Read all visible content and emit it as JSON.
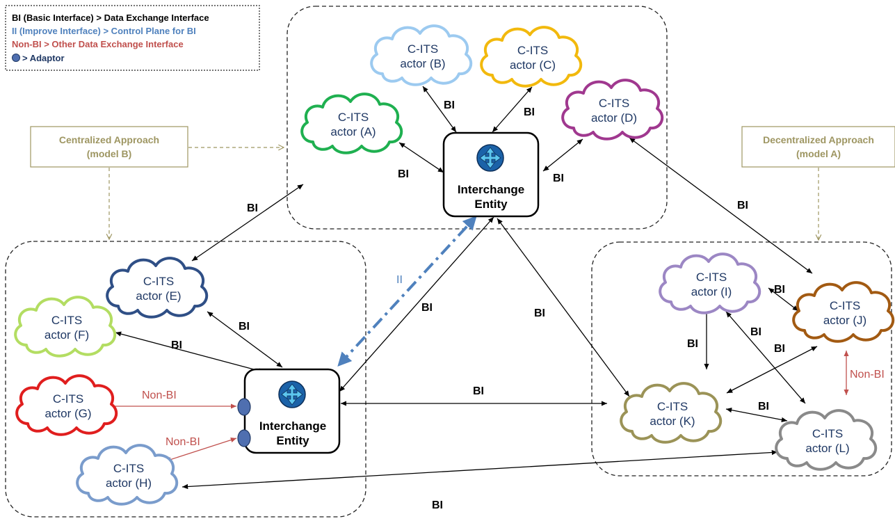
{
  "legend": {
    "line1": "BI (Basic Interface) > Data Exchange Interface",
    "line2": "II (Improve Interface) > Control Plane for BI",
    "line3": "Non-BI > Other Data Exchange Interface",
    "line4": "> Adaptor"
  },
  "approaches": {
    "centralized": {
      "line1": "Centralized Approach",
      "line2": "(model B)"
    },
    "decentralized": {
      "line1": "Decentralized Approach",
      "line2": "(model A)"
    }
  },
  "entities": {
    "top": {
      "line1": "Interchange",
      "line2": "Entity"
    },
    "left": {
      "line1": "Interchange",
      "line2": "Entity"
    }
  },
  "actors": {
    "A": {
      "line1": "C-ITS",
      "line2": "actor (A)",
      "color": "#1fb050"
    },
    "B": {
      "line1": "C-ITS",
      "line2": "actor (B)",
      "color": "#9ccaf0"
    },
    "C": {
      "line1": "C-ITS",
      "line2": "actor (C)",
      "color": "#f2b90d"
    },
    "D": {
      "line1": "C-ITS",
      "line2": "actor (D)",
      "color": "#a0388f"
    },
    "E": {
      "line1": "C-ITS",
      "line2": "actor (E)",
      "color": "#2f4f86"
    },
    "F": {
      "line1": "C-ITS",
      "line2": "actor (F)",
      "color": "#b3dd62"
    },
    "G": {
      "line1": "C-ITS",
      "line2": "actor (G)",
      "color": "#e01e1e"
    },
    "H": {
      "line1": "C-ITS",
      "line2": "actor (H)",
      "color": "#7a9ccc"
    },
    "I": {
      "line1": "C-ITS",
      "line2": "actor (I)",
      "color": "#9c87c4"
    },
    "J": {
      "line1": "C-ITS",
      "line2": "actor (J)",
      "color": "#a25a12"
    },
    "K": {
      "line1": "C-ITS",
      "line2": "actor (K)",
      "color": "#9b9357"
    },
    "L": {
      "line1": "C-ITS",
      "line2": "actor (L)",
      "color": "#8a8a8a"
    }
  },
  "labels": {
    "bi": "BI",
    "ii": "II",
    "nonbi": "Non-BI"
  },
  "colors": {
    "bi": "#000000",
    "ii": "#4f81bd",
    "nonbi": "#c0504d",
    "approach": "#9e9662",
    "actor_text": "#1f3864",
    "adaptor": "#4f6fb0"
  }
}
